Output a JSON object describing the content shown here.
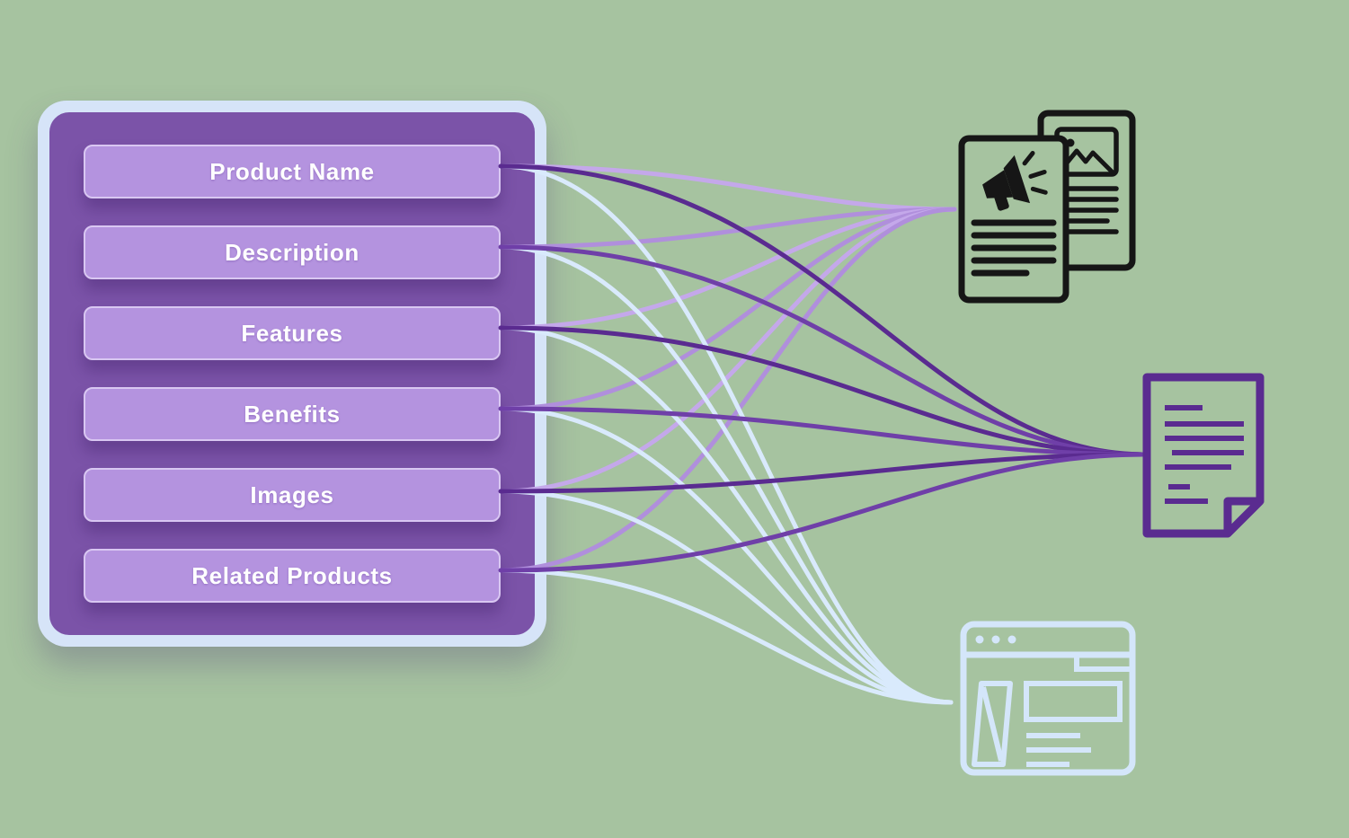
{
  "diagram": {
    "title": "",
    "panel": {
      "fields": [
        {
          "label": "Product Name"
        },
        {
          "label": "Description"
        },
        {
          "label": "Features"
        },
        {
          "label": "Benefits"
        },
        {
          "label": "Images"
        },
        {
          "label": "Related Products"
        }
      ]
    },
    "targets": [
      {
        "id": "marketing-flyer",
        "icon": "marketing-flyer-icon"
      },
      {
        "id": "document",
        "icon": "document-icon"
      },
      {
        "id": "webpage",
        "icon": "webpage-icon"
      }
    ],
    "edges": {
      "from_each_field_to": [
        "marketing-flyer",
        "webpage",
        "document"
      ]
    }
  },
  "colors": {
    "background": "#a6c3a0",
    "panel_outer": "#d6e4f8",
    "panel_inner": "#7b53a8",
    "field_fill": "#b493df",
    "field_border": "#d9c7f2",
    "field_text": "#ffffff",
    "icon_marketing": "#161616",
    "icon_document": "#5a2b90",
    "icon_webpage": "#d4e6fa",
    "line_to_marketing": [
      "#c4a8ea",
      "#b08fdc"
    ],
    "line_to_document": [
      "#5a2b90",
      "#6f3fa8"
    ],
    "line_to_webpage": [
      "#d9eafc"
    ]
  }
}
